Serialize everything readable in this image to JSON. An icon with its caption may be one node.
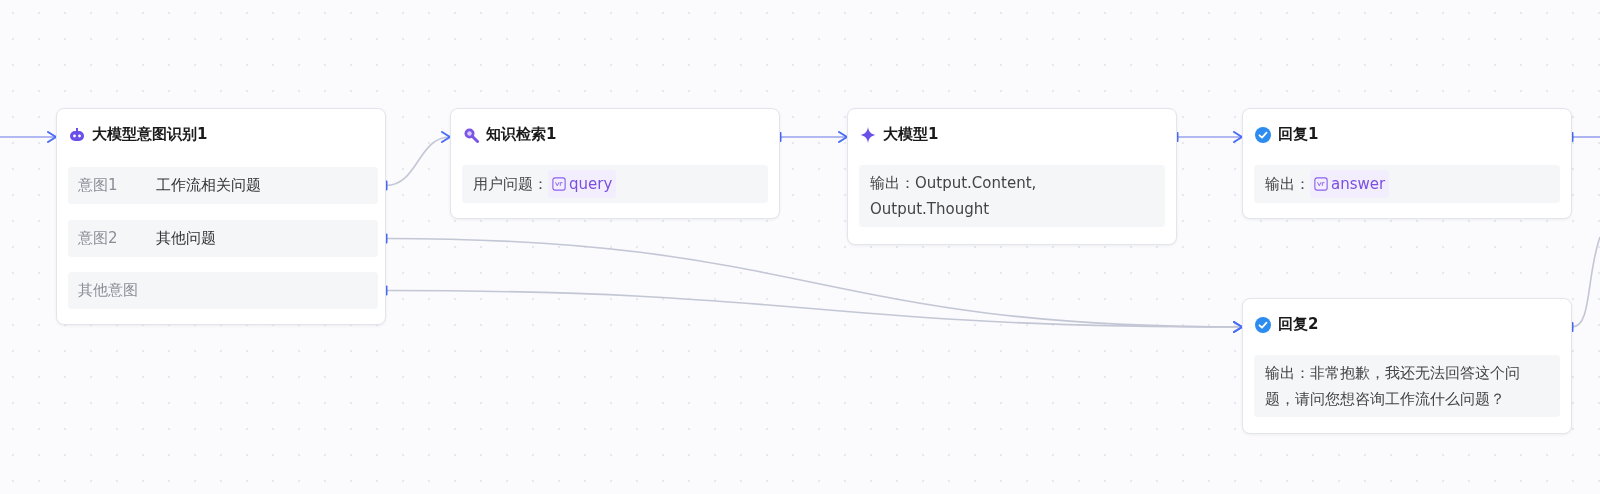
{
  "diagram": {
    "nodes": [
      {
        "text": [
          "大模型意图识别1"
        ]
      },
      {
        "text": [
          "意图1",
          "工作流相关问题"
        ],
        "in": 0
      },
      {
        "text": [
          "意图2",
          "其他问题"
        ],
        "in": 0
      },
      {
        "text": [
          "其他意图"
        ],
        "in": 0
      },
      {
        "text": [
          "知识检索1",
          "用户问题：",
          "query"
        ]
      },
      {
        "text": [
          "大模型1",
          "输出：Output.Content, Output.Thought"
        ]
      },
      {
        "text": [
          "回复1",
          "输出：",
          "answer"
        ]
      },
      {
        "text": [
          "回复2",
          "输出：非常抱歉，我还无法回答这个问题，请问您想咨询工作流什么问题？"
        ]
      }
    ],
    "edges": [
      {
        "from": null,
        "to": 0,
        "arrow": "to"
      },
      {
        "from": 1,
        "to": 4,
        "arrow": "to",
        "color": "#c3c6d4"
      },
      {
        "from": 4,
        "to": 5,
        "arrow": "to"
      },
      {
        "from": 5,
        "to": 6,
        "arrow": "to"
      },
      {
        "from": 2,
        "to": 7,
        "arrow": "to",
        "color": "#c3c6d4"
      },
      {
        "from": 3,
        "to": 7,
        "arrow": "to",
        "color": "#c3c6d4"
      },
      {
        "from": 6,
        "to": null,
        "arrow": "other"
      },
      {
        "from": 7,
        "to": null,
        "arrow": "other",
        "color": "#c3c6d4"
      }
    ]
  }
}
